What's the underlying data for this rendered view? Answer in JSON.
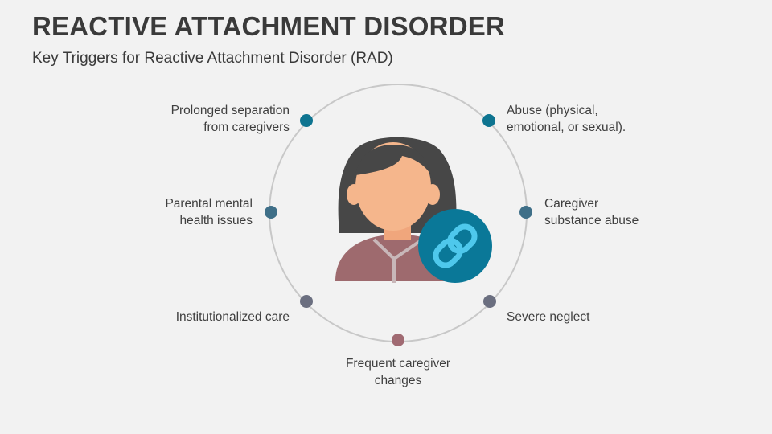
{
  "title": "REACTIVE ATTACHMENT DISORDER",
  "subtitle": "Key Triggers for Reactive Attachment Disorder (RAD)",
  "icons": {
    "center": "woman-avatar-icon",
    "badge": "chain-link-icon"
  },
  "colors": {
    "teal": "#0e7490",
    "slate_blue": "#3f6f88",
    "slate_gray": "#6b6f80",
    "mauve": "#a06a72",
    "hair": "#474747",
    "skin": "#f5b68c",
    "shirt": "#9e6a6e",
    "badge": "#0a7898",
    "badge_link": "#4ec8ec",
    "ring": "#c8c8c8"
  },
  "triggers": [
    {
      "id": "prolonged-separation",
      "line1": "Prolonged separation",
      "line2": "from caregivers"
    },
    {
      "id": "abuse",
      "line1": "Abuse (physical,",
      "line2": "emotional, or sexual)."
    },
    {
      "id": "parental-mental-health",
      "line1": "Parental mental",
      "line2": "health issues"
    },
    {
      "id": "caregiver-substance-abuse",
      "line1": "Caregiver",
      "line2": "substance abuse"
    },
    {
      "id": "institutionalized-care",
      "line1": "Institutionalized care",
      "line2": ""
    },
    {
      "id": "severe-neglect",
      "line1": "Severe neglect",
      "line2": ""
    },
    {
      "id": "frequent-caregiver-changes",
      "line1": "Frequent caregiver",
      "line2": "changes"
    }
  ]
}
